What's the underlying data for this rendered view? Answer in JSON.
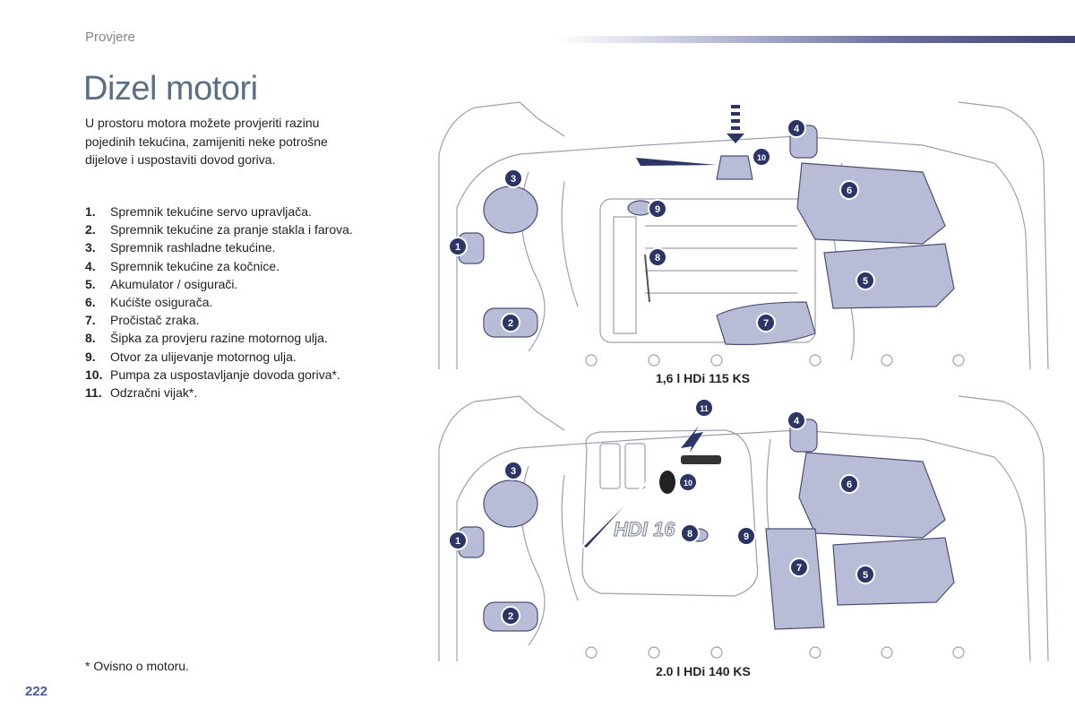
{
  "header": {
    "section": "Provjere"
  },
  "title": "Dizel motori",
  "intro": "U prostoru motora možete provjeriti razinu pojedinih tekućina, zamijeniti neke potrošne dijelove i uspostaviti dovod goriva.",
  "items": [
    {
      "num": "1.",
      "text": "Spremnik tekućine servo upravljača."
    },
    {
      "num": "2.",
      "text": "Spremnik tekućine za pranje stakla i farova."
    },
    {
      "num": "3.",
      "text": "Spremnik rashladne tekućine."
    },
    {
      "num": "4.",
      "text": "Spremnik tekućine za kočnice."
    },
    {
      "num": "5.",
      "text": "Akumulator / osigurači."
    },
    {
      "num": "6.",
      "text": "Kućište osigurača."
    },
    {
      "num": "7.",
      "text": "Pročistač zraka."
    },
    {
      "num": "8.",
      "text": "Šipka za provjeru razine motornog ulja."
    },
    {
      "num": "9.",
      "text": "Otvor za ulijevanje motornog ulja."
    },
    {
      "num": "10.",
      "text": "Pumpa za uspostavljanje dovoda goriva*."
    },
    {
      "num": "11.",
      "text": "Odzračni vijak*."
    }
  ],
  "diagrams": [
    {
      "caption": "1,6 l HDi 115 KS",
      "markers": [
        "1",
        "2",
        "3",
        "4",
        "5",
        "6",
        "7",
        "8",
        "9",
        "10"
      ]
    },
    {
      "caption": "2.0 l HDi 140 KS",
      "markers": [
        "1",
        "2",
        "3",
        "4",
        "5",
        "6",
        "7",
        "8",
        "9",
        "10",
        "11"
      ],
      "engine_cover_text": "HDI 16"
    }
  ],
  "footnote": "* Ovisno o motoru.",
  "page_number": "222",
  "colors": {
    "marker": "#2b3566",
    "highlight": "#b9bcd6",
    "accent": "#4b5ba0"
  }
}
